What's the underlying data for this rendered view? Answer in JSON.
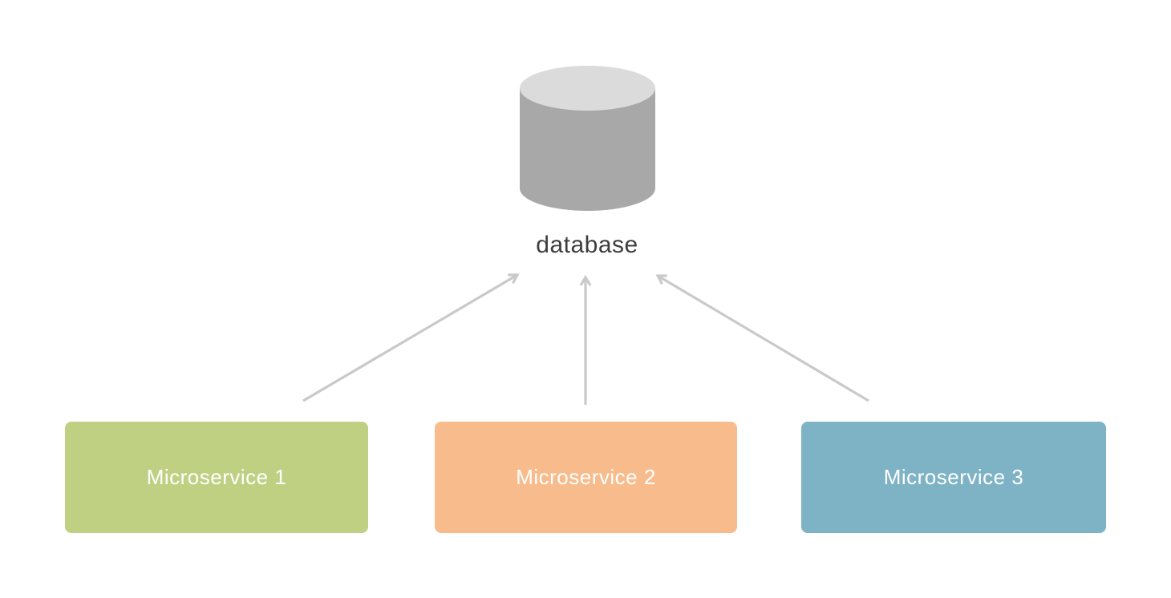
{
  "diagram": {
    "type": "architecture-diagram",
    "database": {
      "label": "database",
      "icon": "database-cylinder-icon"
    },
    "services": [
      {
        "id": "microservice-1",
        "label": "Microservice 1",
        "color": "#c0d083"
      },
      {
        "id": "microservice-2",
        "label": "Microservice 2",
        "color": "#f8bc8c"
      },
      {
        "id": "microservice-3",
        "label": "Microservice 3",
        "color": "#7eb3c5"
      }
    ],
    "edges": [
      {
        "from": "microservice-1",
        "to": "database",
        "style": "arrow"
      },
      {
        "from": "microservice-2",
        "to": "database",
        "style": "arrow"
      },
      {
        "from": "microservice-3",
        "to": "database",
        "style": "arrow"
      }
    ],
    "colors": {
      "background": "#ffffff",
      "arrow": "#c9c9c9",
      "cylinder_body": "#a8a8a8",
      "cylinder_top": "#dbdbdb",
      "database_label_text": "#3d3d3d",
      "service_label_text": "#ffffff"
    }
  }
}
